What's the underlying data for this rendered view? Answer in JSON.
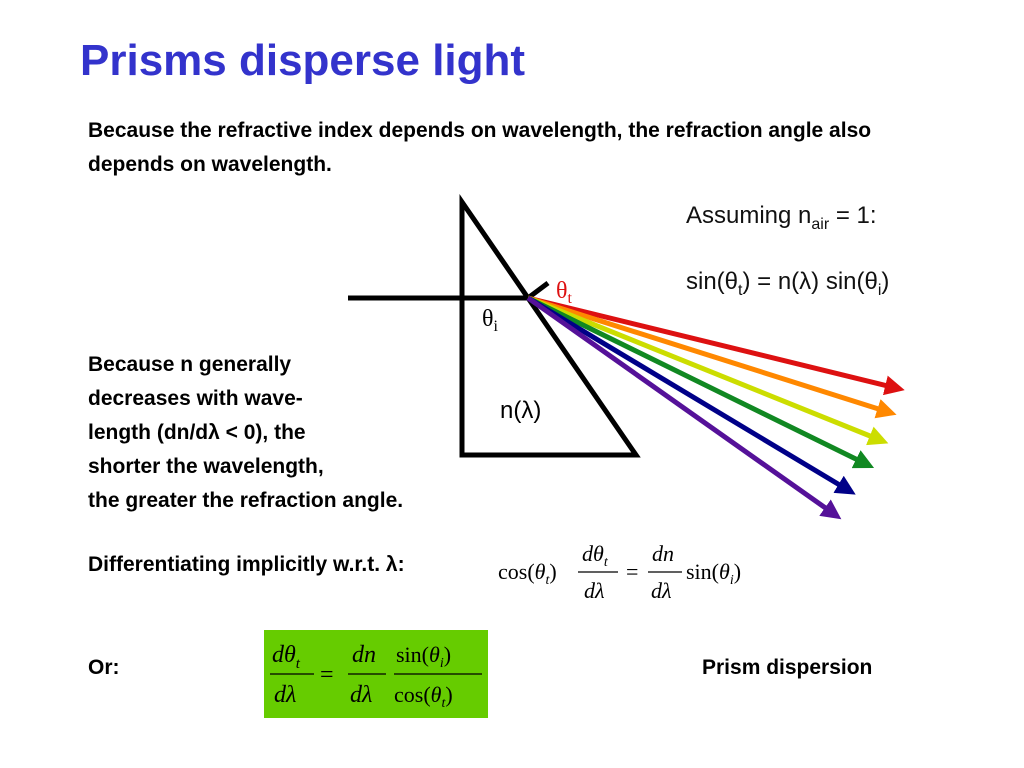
{
  "title": "Prisms disperse light",
  "intro": "Because the refractive index depends on wavelength, the refraction angle also depends on wavelength.",
  "because_lines": [
    "Because n generally",
    "decreases with wave-",
    "length (dn/dλ < 0), the",
    "shorter the wavelength,",
    "the greater the refraction angle."
  ],
  "assumption": {
    "prefix": "Assuming n",
    "sub": "air",
    "suffix": " = 1:"
  },
  "snell": {
    "part1": "sin(θ",
    "sub_t": "t",
    "part2": ")  =  n(λ) sin(θ",
    "sub_i": "i",
    "part3": ")"
  },
  "diagram": {
    "theta_t": "θ",
    "theta_t_sub": "t",
    "theta_i": "θ",
    "theta_i_sub": "i",
    "n_lambda": "n(λ)",
    "ray_colors": [
      "#dd1111",
      "#ff8800",
      "#ccdd00",
      "#118822",
      "#000088",
      "#551199"
    ]
  },
  "differentiate_label": "Differentiating implicitly w.r.t. λ:",
  "eq1": {
    "cos": "cos(",
    "theta": "θ",
    "t": "t",
    "close": ")",
    "d": "d",
    "lambda": "λ",
    "eq": "=",
    "dn": "dn",
    "sin": "sin(",
    "i": "i"
  },
  "or_label": "Or:",
  "eq2": {
    "d": "d",
    "theta": "θ",
    "t": "t",
    "lambda": "λ",
    "eq": "=",
    "dn": "dn",
    "sin": "sin(",
    "i": "i",
    "cos": "cos(",
    "close": ")"
  },
  "dispersion_label": "Prism dispersion",
  "colors": {
    "title": "#3333cc",
    "eq_box": "#66cc00"
  }
}
